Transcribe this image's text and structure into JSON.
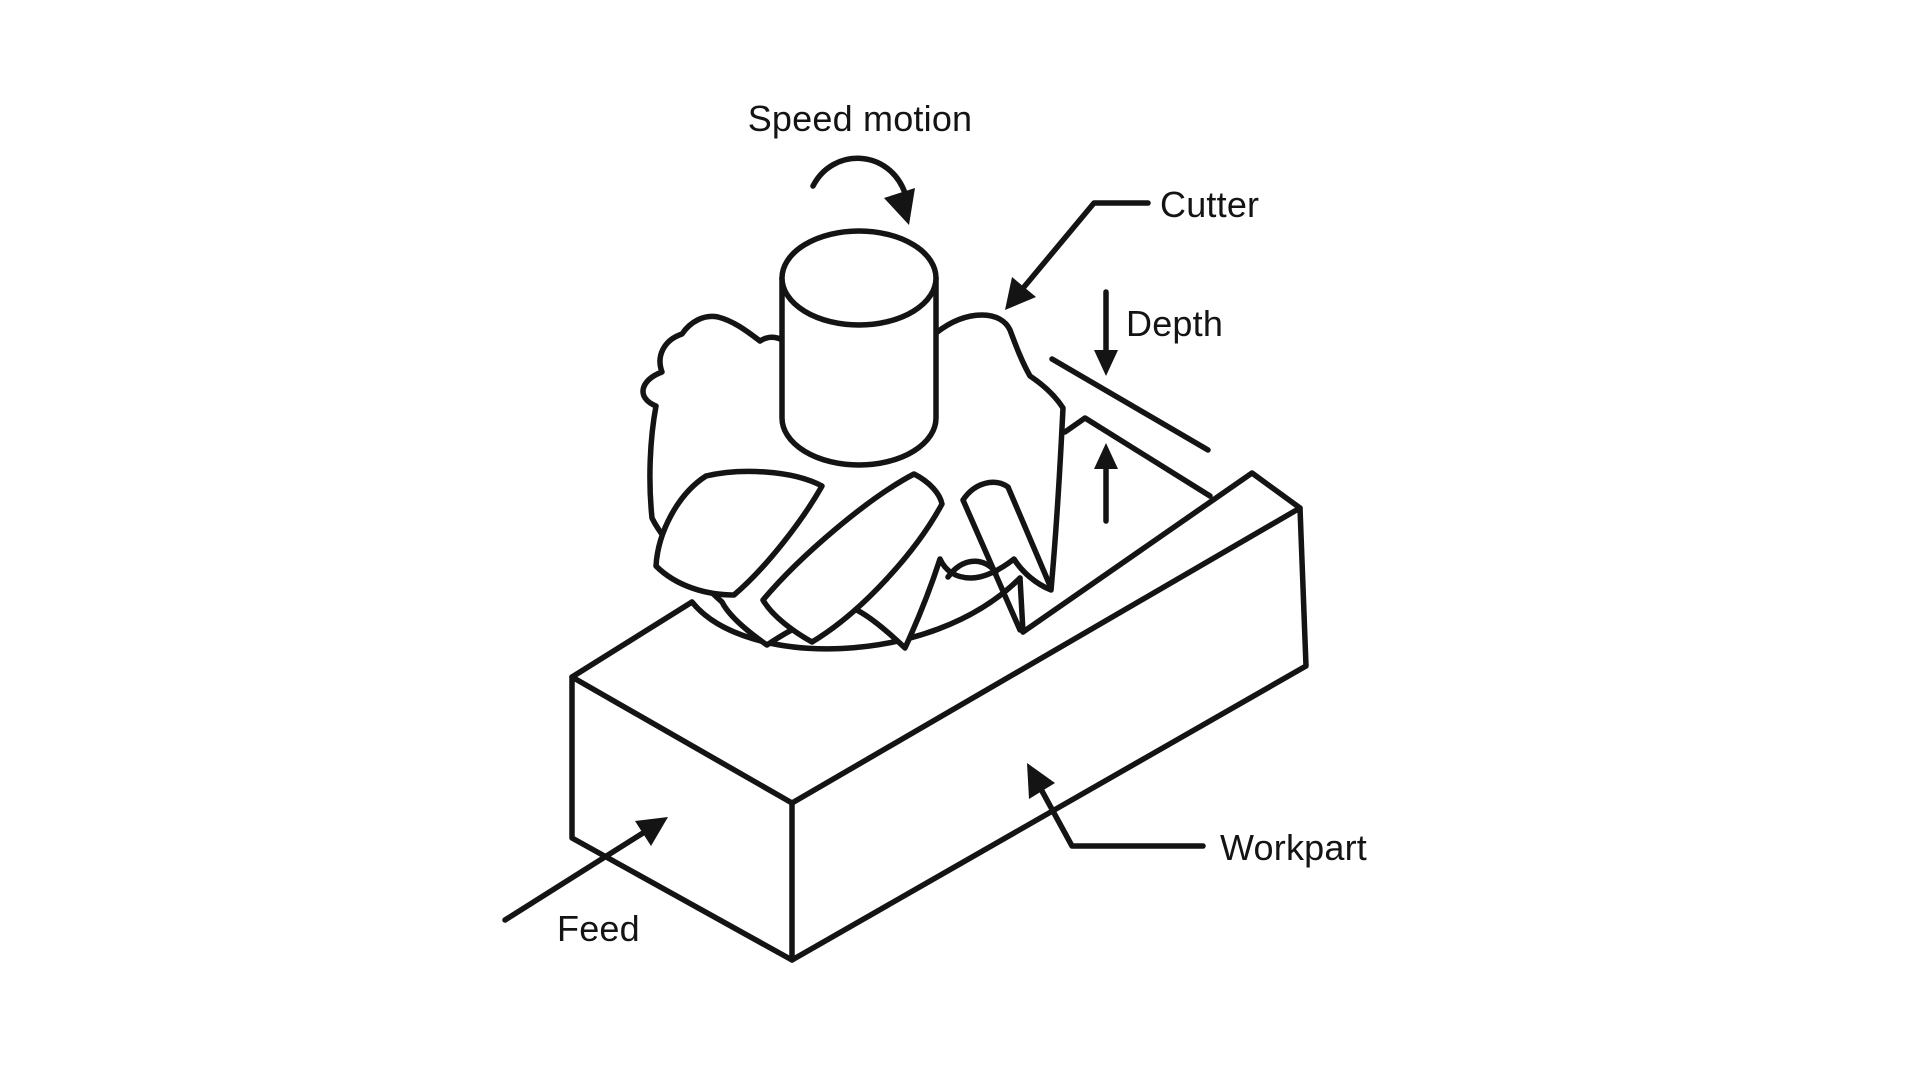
{
  "figure": {
    "background": "#ffffff",
    "ink": "#141414",
    "labels": {
      "speed_motion": "Speed motion",
      "cutter": "Cutter",
      "depth": "Depth",
      "feed": "Feed",
      "workpart": "Workpart"
    },
    "icons": {
      "speed_rotation": "curved-rotation-arrow",
      "cutter_leader": "bent-leader-arrow",
      "depth_down": "down-arrow",
      "depth_up": "up-arrow",
      "depth_reference": "diagonal-reference-line",
      "feed": "diagonal-arrow",
      "workpart_leader": "bent-leader-arrow"
    }
  }
}
